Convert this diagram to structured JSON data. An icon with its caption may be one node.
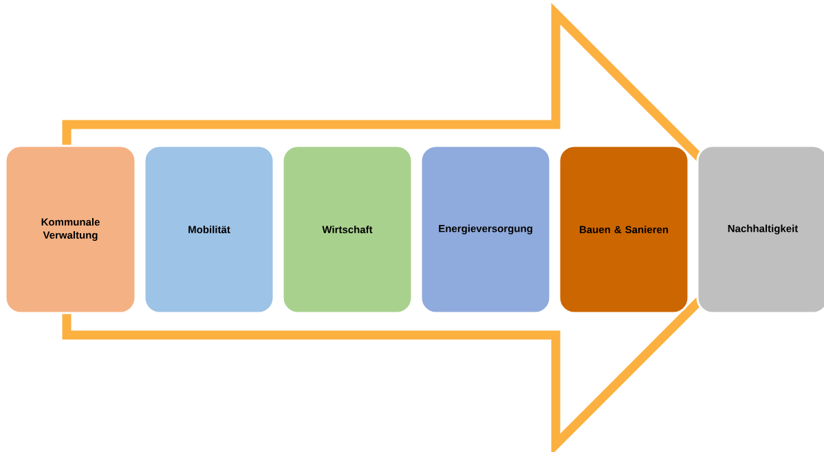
{
  "diagram": {
    "nodes": [
      {
        "text": [
          "Kommunale Verwaltung"
        ]
      },
      {
        "text": [
          "Mobilität"
        ]
      },
      {
        "text": [
          "Wirtschaft"
        ]
      },
      {
        "text": [
          "Energieversorgung"
        ]
      },
      {
        "text": [
          "Bauen & Sanieren"
        ]
      },
      {
        "text": [
          "Nachhaltigkeit"
        ]
      }
    ]
  }
}
